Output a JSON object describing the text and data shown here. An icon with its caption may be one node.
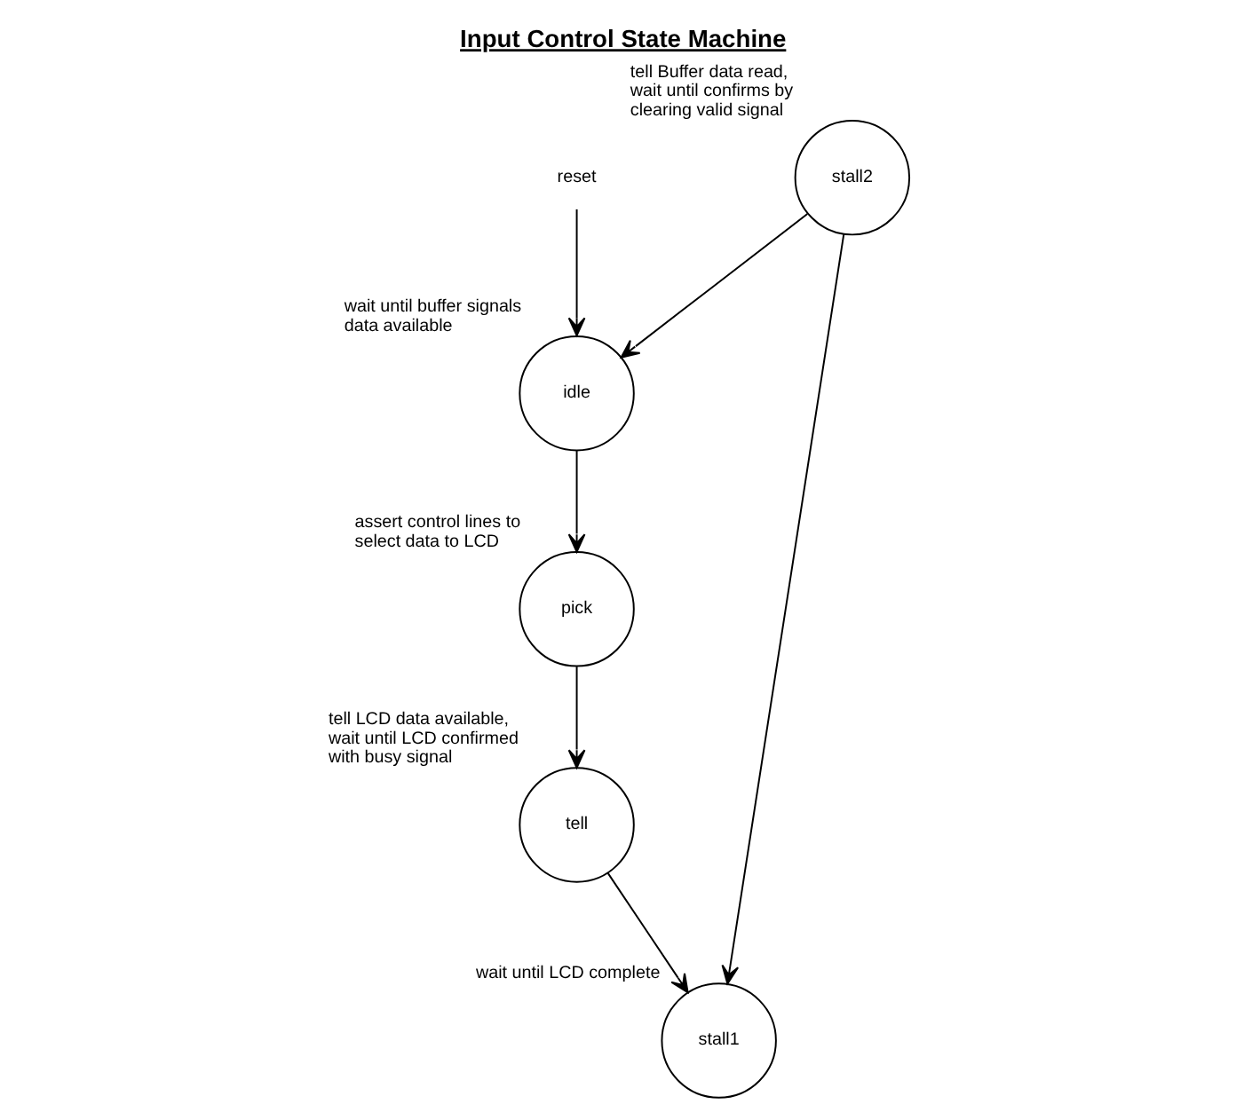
{
  "diagram": {
    "title": "Input Control State Machine",
    "nodes": [
      {
        "text": [
          "reset"
        ]
      },
      {
        "text": [
          "idle"
        ],
        "beside": [
          "wait until buffer signals data available"
        ]
      },
      {
        "text": [
          "stall2"
        ],
        "beside": [
          "tell Buffer data read, wait until confirms by clearing valid signal"
        ]
      },
      {
        "text": [
          "pick"
        ],
        "beside": [
          "assert control lines to select data to LCD"
        ]
      },
      {
        "text": [
          "stall1"
        ],
        "beside": [
          "wait until LCD complete"
        ]
      },
      {
        "text": [
          "tell"
        ],
        "beside": [
          "tell LCD data available, wait until LCD confirmed with busy signal"
        ]
      }
    ],
    "edges": [
      {
        "from": 0,
        "to": 1,
        "arrow": "to"
      },
      {
        "from": 2,
        "to": 1,
        "arrow": "to"
      },
      {
        "from": 1,
        "to": 3,
        "arrow": "to"
      },
      {
        "from": 3,
        "to": 5,
        "arrow": "to"
      },
      {
        "from": 5,
        "to": 4,
        "arrow": "to"
      },
      {
        "from": 2,
        "to": 4,
        "arrow": "to"
      }
    ]
  }
}
